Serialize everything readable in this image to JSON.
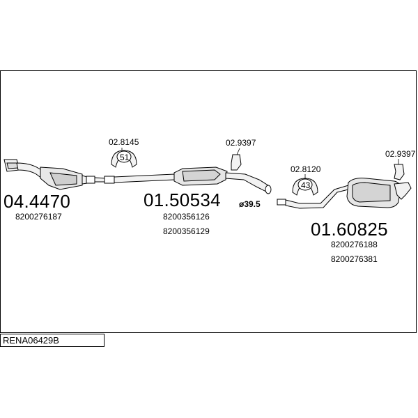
{
  "diagram_code": "RENA06429B",
  "parts": [
    {
      "id": "catalyst",
      "number": "04.4470",
      "oe_refs": [
        "8200276187"
      ]
    },
    {
      "id": "middle-silencer",
      "number": "01.50534",
      "oe_refs": [
        "8200356126",
        "8200356129"
      ],
      "diameter": "ø39.5"
    },
    {
      "id": "rear-silencer",
      "number": "01.60825",
      "oe_refs": [
        "8200276188",
        "8200276381"
      ]
    }
  ],
  "accessories": [
    {
      "id": "clamp-front",
      "number": "02.8145",
      "size": "51"
    },
    {
      "id": "hanger-middle",
      "number": "02.9397"
    },
    {
      "id": "clamp-rear",
      "number": "02.8120",
      "size": "43"
    },
    {
      "id": "hanger-rear",
      "number": "02.9397"
    }
  ]
}
